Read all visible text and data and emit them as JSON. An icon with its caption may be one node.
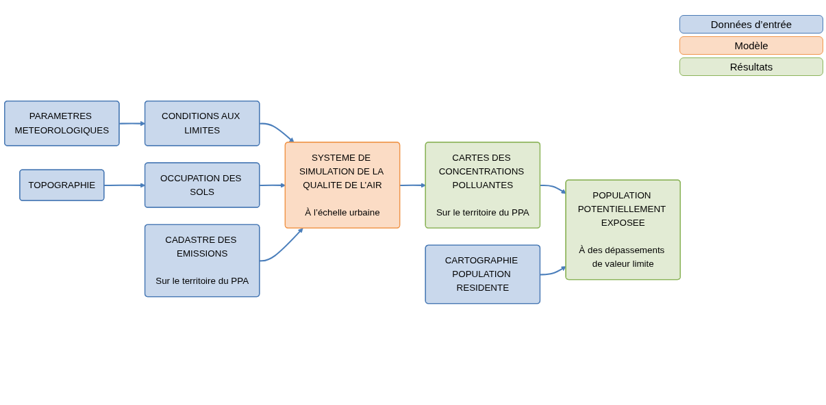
{
  "diagram": {
    "nodes": [
      {
        "text": [
          "PARAMETRES METEOROLOGIQUES"
        ]
      },
      {
        "text": [
          "TOPOGRAPHIE"
        ]
      },
      {
        "text": [
          "CONDITIONS AUX LIMITES"
        ]
      },
      {
        "text": [
          "OCCUPATION DES SOLS"
        ]
      },
      {
        "text": [
          "CARTOGRAPHIE POPULATION RESIDENTE"
        ]
      },
      {
        "text": [
          "CADASTRE DES EMISSIONS",
          "Sur le territoire du PPA"
        ]
      },
      {
        "text": [
          "SYSTEME DE SIMULATION DE LA QUALITE DE L’AIR",
          "À l’échelle urbaine"
        ]
      },
      {
        "text": [
          "CARTES DES CONCENTRATIONS POLLUANTES",
          "Sur le territoire du PPA"
        ]
      },
      {
        "text": [
          "POPULATION POTENTIELLEMENT EXPOSEE",
          "À des dépassements de valeur limite"
        ]
      }
    ],
    "edges": [
      {
        "from": 0,
        "to": 2,
        "arrow": "to"
      },
      {
        "from": 1,
        "to": 3,
        "arrow": "to"
      },
      {
        "from": 2,
        "to": 6,
        "arrow": "to"
      },
      {
        "from": 3,
        "to": 6,
        "arrow": "to"
      },
      {
        "from": 5,
        "to": 6,
        "arrow": "to"
      },
      {
        "from": 6,
        "to": 7,
        "arrow": "to"
      },
      {
        "from": 7,
        "to": 8,
        "arrow": "to"
      },
      {
        "from": 4,
        "to": 8,
        "arrow": "to"
      }
    ],
    "legend": [
      {
        "text": "Données d’entrée",
        "color": "#c9d8ec"
      },
      {
        "text": "Modèle",
        "color": "#fbdcc5"
      },
      {
        "text": "Résultats",
        "color": "#e2ebd4"
      }
    ]
  }
}
